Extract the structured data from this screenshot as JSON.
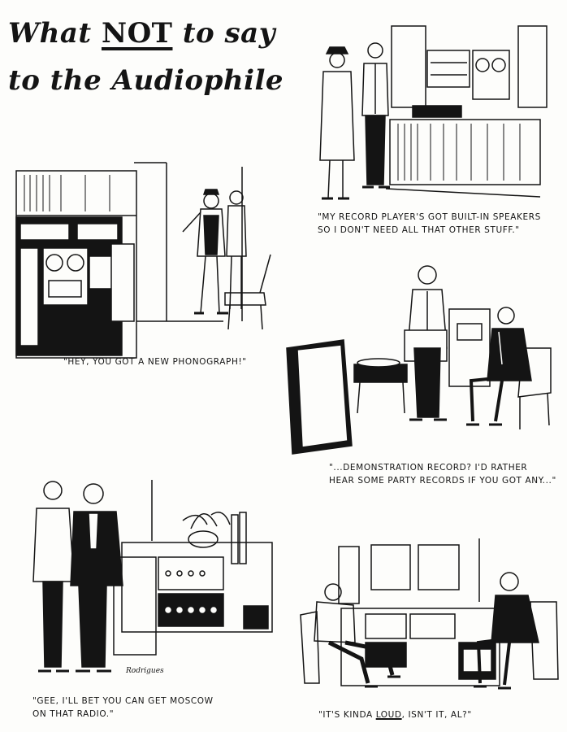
{
  "title": {
    "part1": "What ",
    "emphasis": "NOT",
    "part2": " to say",
    "line2": "to the Audiophile"
  },
  "captions": {
    "panel1": "\"HEY,  YOU GOT A NEW PHONOGRAPH!\"",
    "panel2_line1": "\"MY RECORD PLAYER'S GOT BUILT-IN SPEAKERS",
    "panel2_line2": "SO I DON'T NEED ALL THAT OTHER STUFF.\"",
    "panel3_line1": "\"...DEMONSTRATION RECORD?  I'D RATHER",
    "panel3_line2": "HEAR SOME PARTY RECORDS IF YOU GOT ANY...\"",
    "panel4_line1": "\"GEE,  I'LL BET YOU CAN GET MOSCOW",
    "panel4_line2": "ON THAT RADIO.\"",
    "panel5_before": "\"IT'S KINDA ",
    "panel5_emphasis": "LOUD",
    "panel5_after": ",  ISN'T IT, AL?\""
  },
  "signature": "Rodrigues"
}
